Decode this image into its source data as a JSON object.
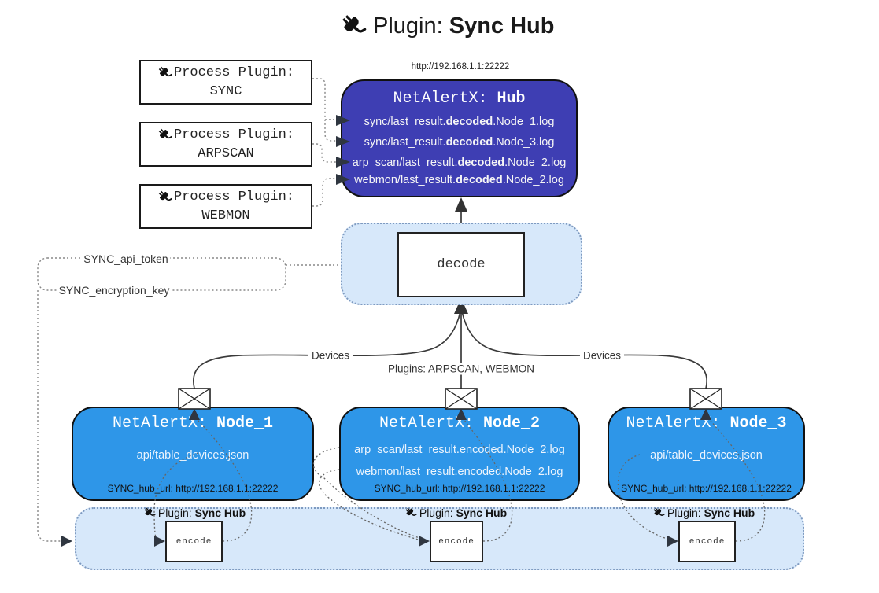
{
  "title": {
    "prefix": "Plugin: ",
    "bold": "Sync Hub"
  },
  "colors": {
    "hub-fill": "#3e3eb3",
    "node-fill": "#2e96e8",
    "panel-fill": "#d7e8fa",
    "panel-border": "#7e9ac0",
    "line": "#3a3a3a",
    "dotted": "#888888",
    "arrow-dark": "#2f3640"
  },
  "hub": {
    "url_label": "http://192.168.1.1:22222",
    "title_prefix": "NetAlertX: ",
    "title_name": "Hub",
    "lines": [
      {
        "prefix": "sync/last_result.",
        "bold": "decoded",
        "suffix": ".Node_1.log"
      },
      {
        "prefix": "sync/last_result.",
        "bold": "decoded",
        "suffix": ".Node_3.log"
      },
      {
        "prefix": "arp_scan/last_result.",
        "bold": "decoded",
        "suffix": ".Node_2.log"
      },
      {
        "prefix": "webmon/last_result.",
        "bold": "decoded",
        "suffix": ".Node_2.log"
      }
    ]
  },
  "process_plugins": [
    {
      "label": "Process Plugin:",
      "name": "SYNC"
    },
    {
      "label": "Process Plugin:",
      "name": "ARPSCAN"
    },
    {
      "label": "Process Plugin:",
      "name": "WEBMON"
    }
  ],
  "decode": {
    "label": "decode",
    "api_token": "SYNC_api_token",
    "encryption_key": "SYNC_encryption_key"
  },
  "edges": {
    "devices_left": "Devices",
    "devices_right": "Devices",
    "plugins_mid": "Plugins: ARPSCAN, WEBMON"
  },
  "nodes": [
    {
      "title_prefix": "NetAlertX: ",
      "name": "Node_1",
      "lines": [
        "api/table_devices.json"
      ],
      "footer": "SYNC_hub_url: http://192.168.1.1:22222"
    },
    {
      "title_prefix": "NetAlertX: ",
      "name": "Node_2",
      "lines": [
        "arp_scan/last_result.encoded.Node_2.log",
        "webmon/last_result.encoded.Node_2.log"
      ],
      "footer": "SYNC_hub_url: http://192.168.1.1:22222"
    },
    {
      "title_prefix": "NetAlertX: ",
      "name": "Node_3",
      "lines": [
        "api/table_devices.json"
      ],
      "footer": "SYNC_hub_url: http://192.168.1.1:22222"
    }
  ],
  "encode_panel": {
    "plugin_prefix": "Plugin: ",
    "plugin_bold": "Sync Hub",
    "encode_label": "encode"
  }
}
